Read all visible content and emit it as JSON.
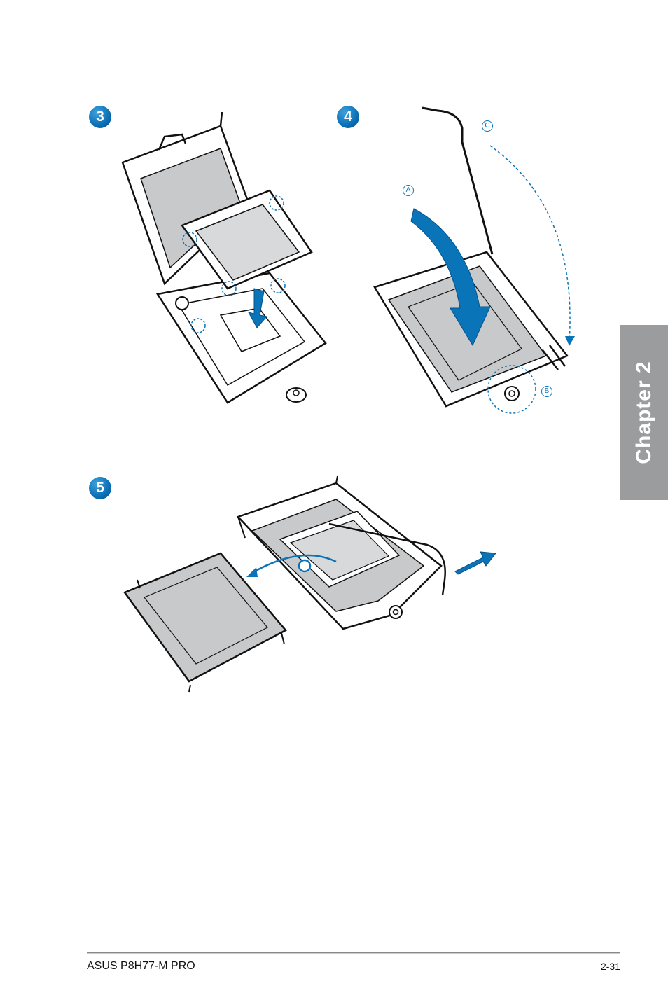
{
  "chapter_tab": {
    "label": "Chapter 2"
  },
  "steps": [
    {
      "number": "3"
    },
    {
      "number": "4",
      "callouts": [
        "A",
        "B",
        "C"
      ]
    },
    {
      "number": "5"
    }
  ],
  "footer": {
    "product": "ASUS P8H77-M PRO",
    "page_number": "2-31"
  },
  "colors": {
    "accent": "#0a74b9",
    "tab_gray": "#9a9c9e",
    "plate_gray": "#c8c9ca"
  }
}
